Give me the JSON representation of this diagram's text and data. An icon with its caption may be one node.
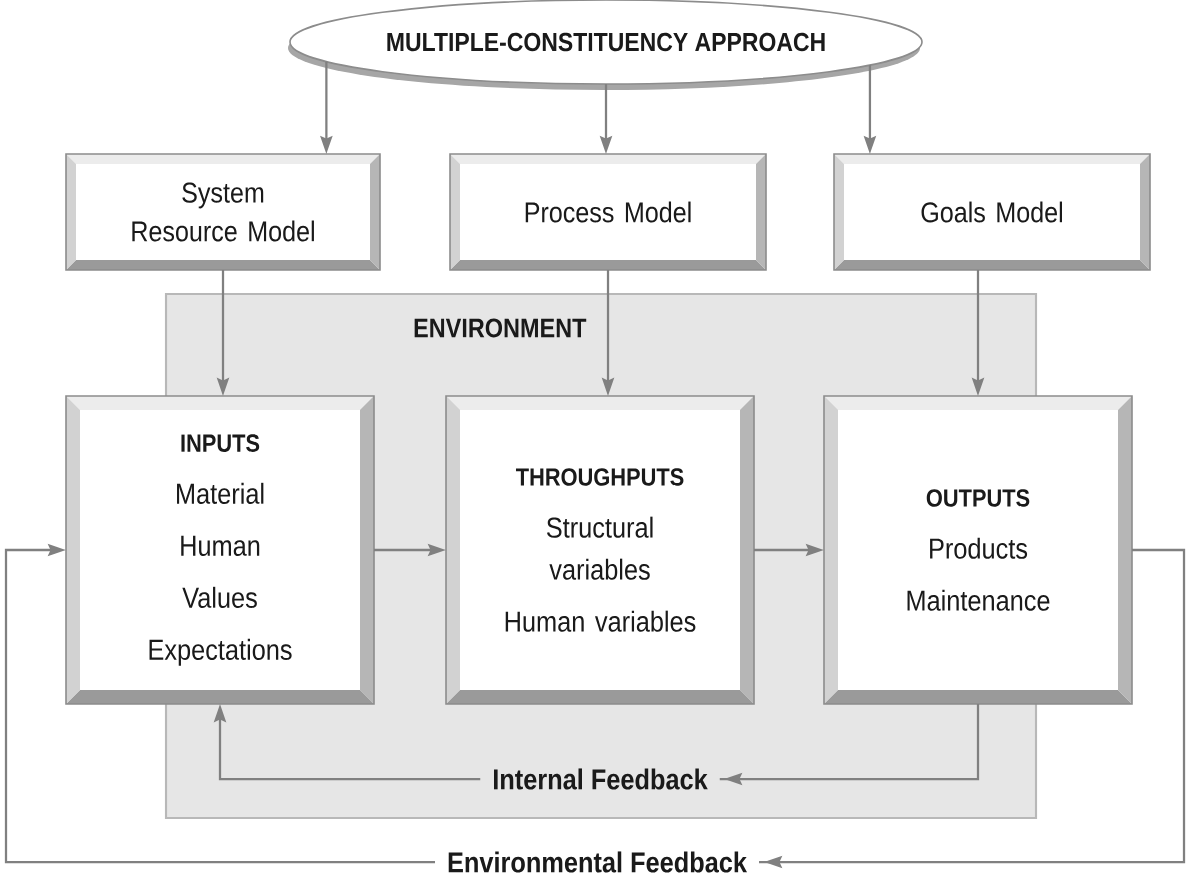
{
  "diagram": {
    "nodes": [
      {
        "text": [
          "MULTIPLE-CONSTITUENCY APPROACH"
        ]
      },
      {
        "text": [
          "System Resource Model"
        ]
      },
      {
        "text": [
          "Process Model"
        ]
      },
      {
        "text": [
          "Goals Model"
        ]
      },
      {
        "text": [
          "ENVIRONMENT"
        ]
      },
      {
        "text": [
          "INPUTS",
          "Material",
          "Human",
          "Values",
          "Expectations"
        ]
      },
      {
        "text": [
          "THROUGHPUTS",
          "Structural variables",
          "Human variables"
        ],
        "in": 4
      },
      {
        "text": [
          "OUTPUTS",
          "Products",
          "Maintenance"
        ]
      }
    ],
    "edges": [
      {
        "from": 0,
        "to": 1,
        "arrow": "to"
      },
      {
        "from": 0,
        "to": 2,
        "arrow": "to"
      },
      {
        "from": 0,
        "to": 3,
        "arrow": "to"
      },
      {
        "from": 1,
        "to": 5,
        "arrow": "to"
      },
      {
        "from": 2,
        "to": 6,
        "arrow": "to"
      },
      {
        "from": 3,
        "to": 7,
        "arrow": "to"
      },
      {
        "from": 5,
        "to": 6,
        "arrow": "to"
      },
      {
        "from": 6,
        "to": 7,
        "arrow": "to"
      },
      {
        "from": 7,
        "to": 5,
        "arrow": "to",
        "label": "Internal Feedback"
      },
      {
        "from": 7,
        "to": 5,
        "arrow": "to",
        "label": "Environmental Feedback"
      }
    ]
  }
}
